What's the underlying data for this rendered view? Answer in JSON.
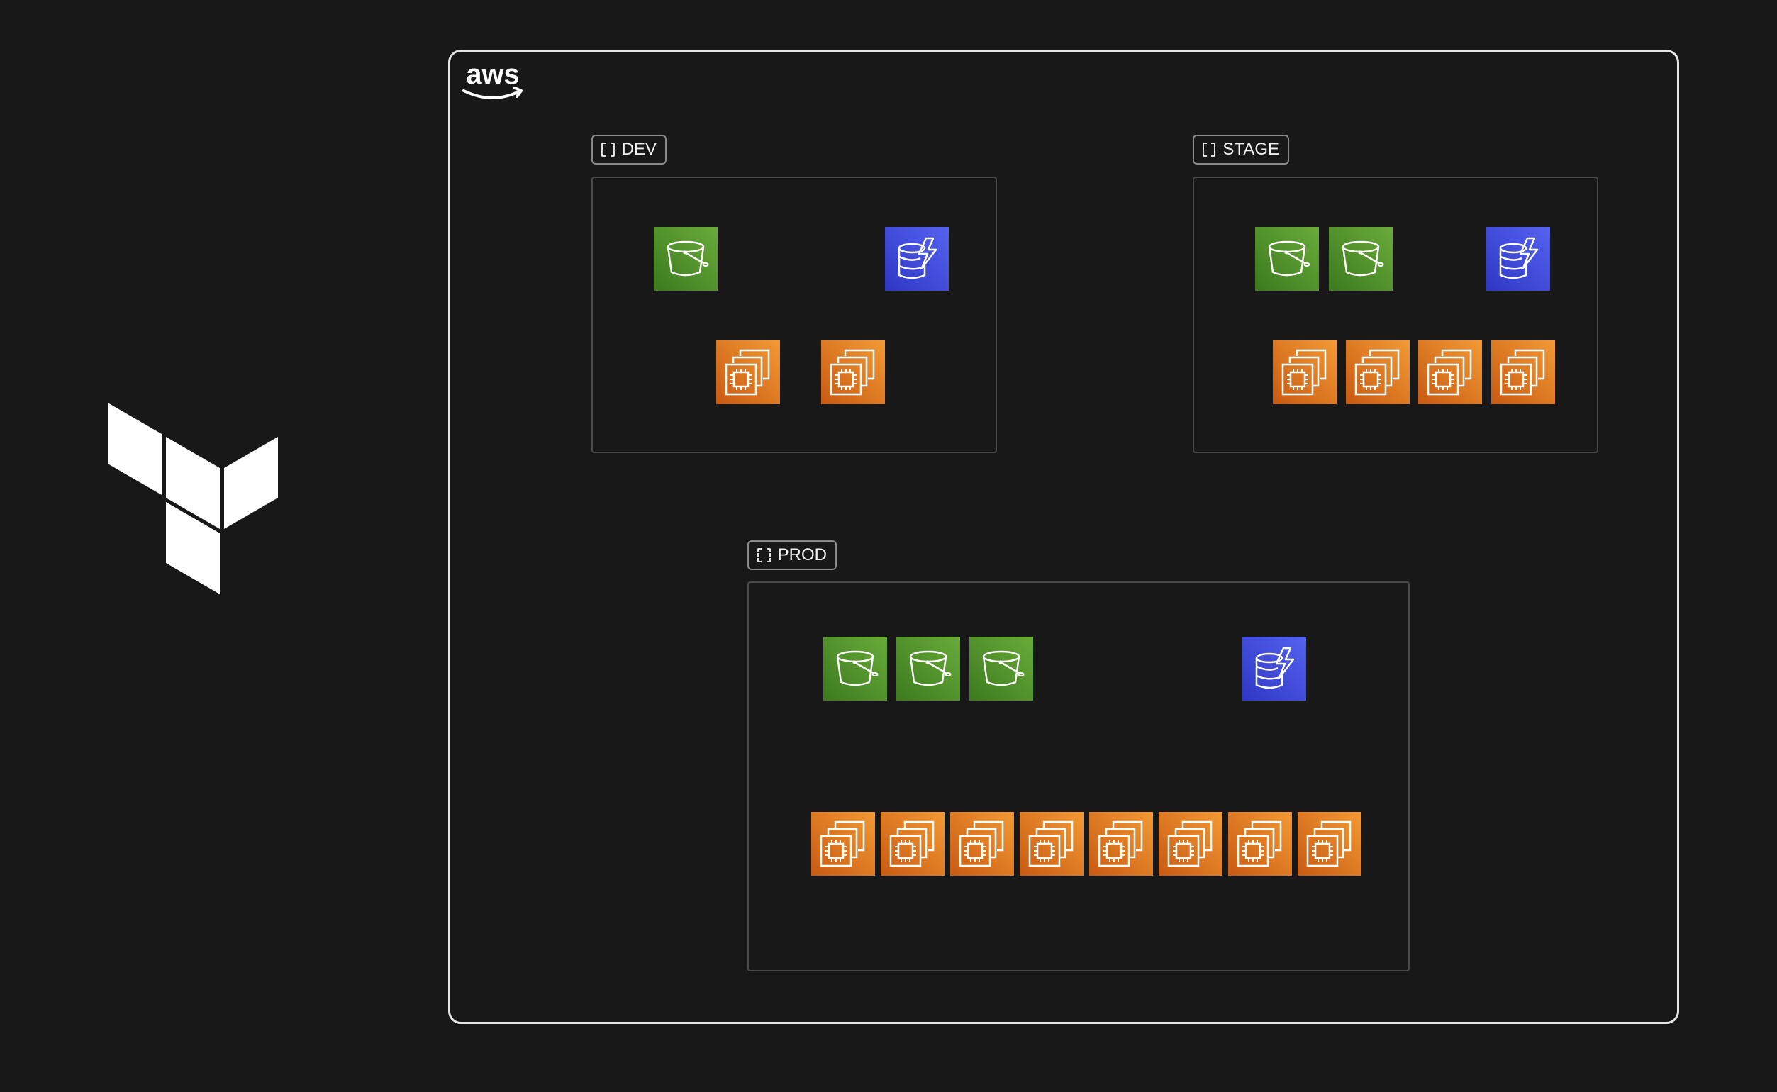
{
  "aws_logo": {
    "text": "aws"
  },
  "environments": {
    "dev": {
      "label": "DEV"
    },
    "stage": {
      "label": "STAGE"
    },
    "prod": {
      "label": "PROD"
    }
  },
  "icons": {
    "terraform": "terraform-logo-icon",
    "env_label": "dashed-region-icon",
    "s3": "s3-bucket-icon",
    "dynamodb": "dynamodb-icon",
    "ec2": "ec2-instances-icon"
  },
  "colors": {
    "background": "#181818",
    "frame": "#e6e6e6",
    "s3_green": "#4f8f2a",
    "dynamodb_blue": "#3b46d6",
    "ec2_orange": "#e07a20"
  }
}
